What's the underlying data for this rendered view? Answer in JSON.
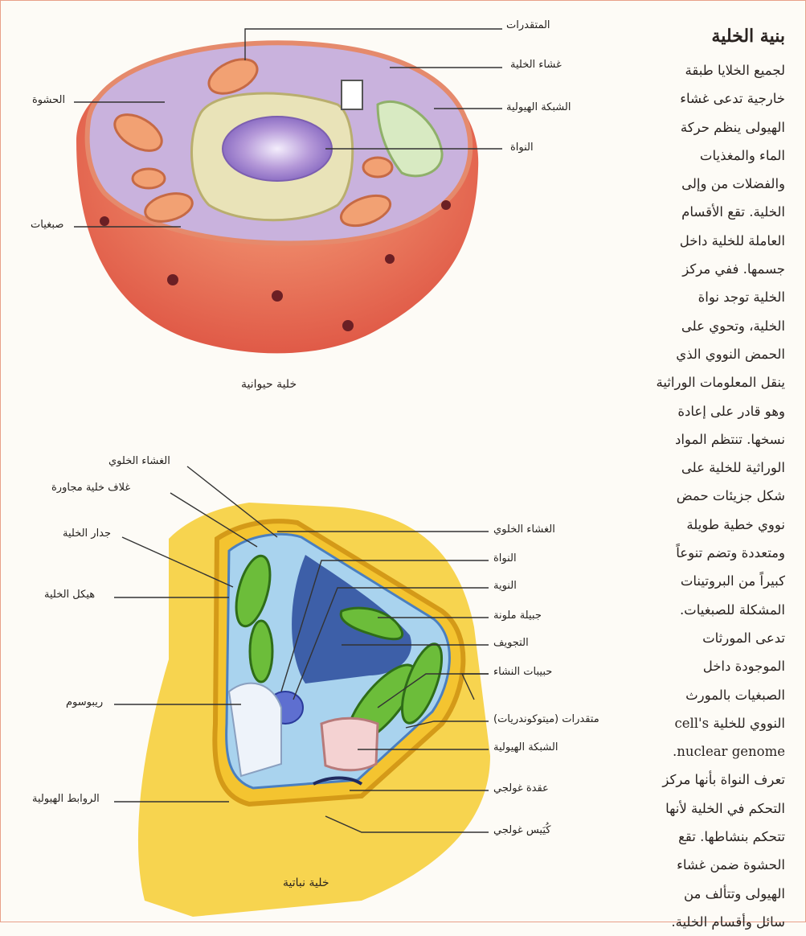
{
  "article": {
    "heading": "بنية الخلية",
    "lines": [
      "لجميع الخلايا طبقة",
      "خارجية تدعى غشاء",
      "الهيولى ينظم حركة",
      "الماء والمغذيات",
      "والفضلات من وإلى",
      "الخلية. تقع الأقسام",
      "العاملة للخلية داخل",
      "جسمها. ففي مركز",
      "الخلية توجد نواة",
      "الخلية، وتحوي على",
      "الحمض النووي الذي",
      "ينقل المعلومات الوراثية",
      "وهو قادر على إعادة",
      "نسخها. تنتظم المواد",
      "الوراثية للخلية على",
      "شكل جزيئات حمض",
      "نووي خطية طويلة",
      "ومتعددة وتضم تنوعاً",
      "كبيراً من البروتينات",
      "المشكلة للصبغيات.",
      "تدعى المورثات",
      "الموجودة داخل",
      "الصبغيات بالمورث",
      "النووي للخلية cell's",
      "nuclear genome.",
      "تعرف النواة بأنها مركز",
      "التحكم في الخلية لأنها",
      "تتحكم بنشاطها. تقع",
      "الحشوة ضمن غشاء",
      "الهيولى وتتألف من",
      "سائل وأقسام الخلية."
    ]
  },
  "animal_cell": {
    "caption": "خلية حيوانية",
    "labels": {
      "mitochondria": "المتقدرات",
      "cell_membrane": "غشاء الخلية",
      "er": "الشبكة الهيولية",
      "nucleus": "النواة",
      "cytoplasm": "الحشوة",
      "chromosomes": "صبغيات"
    }
  },
  "plant_cell": {
    "caption": "خلية نباتية",
    "labels": {
      "membrane_left": "الغشاء الخلوي",
      "neighbor_wall": "غلاف خلية مجاورة",
      "cell_wall": "جدار الخلية",
      "cytoskeleton": "هيكل الخلية",
      "ribosome": "ريبوسوم",
      "plasmodesmata": "الروابط الهيولية",
      "membrane_right": "الغشاء الخلوي",
      "nucleus": "النواة",
      "nucleolus": "النوية",
      "chromoplast": "جبيلة ملونة",
      "vacuole": "التجويف",
      "starch": "حبيبات النشاء",
      "mitochondria": "متقدرات (ميتوكوندريات)",
      "er": "الشبكة الهيولية",
      "golgi": "عقدة غولجي",
      "golgi_vesicle": "كُيَيس غولجي"
    }
  }
}
